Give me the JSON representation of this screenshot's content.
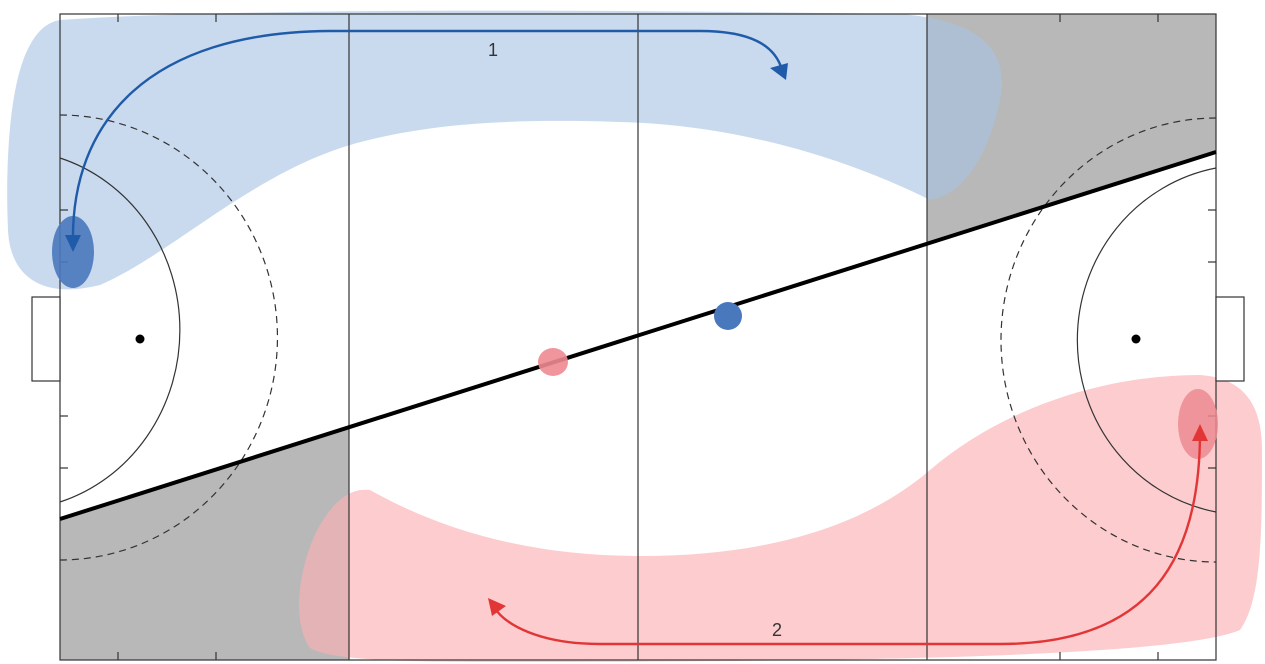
{
  "colors": {
    "pitch_background": "#ffffff",
    "pitch_lines": "#333333",
    "team_blue_zone": "#c7d8ec",
    "team_blue_dark": "#4a78bd",
    "team_blue_route": "#1f5ba8",
    "team_red_zone": "#fbc6ca",
    "team_red_dark": "#ec8a90",
    "team_red_route": "#e23636",
    "shaded_corner": "#b8b8b8",
    "diagonal_line": "#000000"
  },
  "routes": [
    {
      "label": "1",
      "team": "blue",
      "direction": "left-to-right-arrow"
    },
    {
      "label": "2",
      "team": "red",
      "direction": "right-to-left-arrow"
    }
  ],
  "markers": [
    {
      "name": "blue-player-marker",
      "team": "blue"
    },
    {
      "name": "red-player-marker",
      "team": "red"
    },
    {
      "name": "left-penalty-spot",
      "team": "none"
    },
    {
      "name": "right-penalty-spot",
      "team": "none"
    }
  ]
}
